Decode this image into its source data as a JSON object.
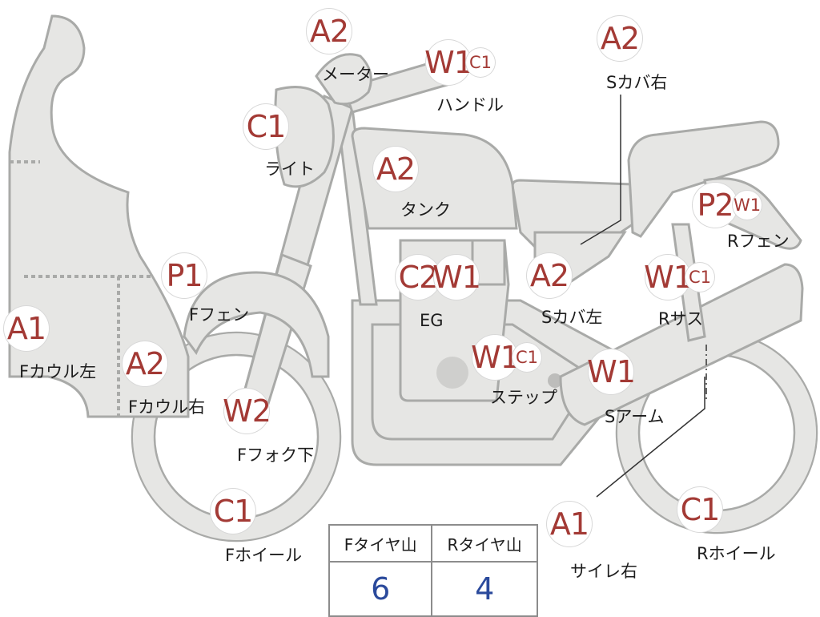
{
  "parts": [
    {
      "id": "meter",
      "label": "メーター",
      "grades": [
        "A2"
      ]
    },
    {
      "id": "handle",
      "label": "ハンドル",
      "grades": [
        "W1",
        "C1"
      ]
    },
    {
      "id": "side-cover-right",
      "label": "Sカバ右",
      "grades": [
        "A2"
      ]
    },
    {
      "id": "light",
      "label": "ライト",
      "grades": [
        "C1"
      ]
    },
    {
      "id": "tank",
      "label": "タンク",
      "grades": [
        "A2"
      ]
    },
    {
      "id": "rear-fender",
      "label": "Rフェン",
      "grades": [
        "P2",
        "W1"
      ]
    },
    {
      "id": "front-fender",
      "label": "Fフェン",
      "grades": [
        "P1"
      ]
    },
    {
      "id": "engine",
      "label": "EG",
      "grades": [
        "C2",
        "W1"
      ]
    },
    {
      "id": "side-cover-left",
      "label": "Sカバ左",
      "grades": [
        "A2"
      ]
    },
    {
      "id": "rear-suspension",
      "label": "Rサス",
      "grades": [
        "W1",
        "C1"
      ]
    },
    {
      "id": "front-cowl-left",
      "label": "Fカウル左",
      "grades": [
        "A1"
      ]
    },
    {
      "id": "front-cowl-right",
      "label": "Fカウル右",
      "grades": [
        "A2"
      ]
    },
    {
      "id": "step",
      "label": "ステップ",
      "grades": [
        "W1",
        "C1"
      ]
    },
    {
      "id": "swing-arm",
      "label": "Sアーム",
      "grades": [
        "W1"
      ]
    },
    {
      "id": "front-fork-lower",
      "label": "Fフォク下",
      "grades": [
        "W2"
      ]
    },
    {
      "id": "front-wheel",
      "label": "Fホイール",
      "grades": [
        "C1"
      ]
    },
    {
      "id": "muffler-right",
      "label": "サイレ右",
      "grades": [
        "A1"
      ]
    },
    {
      "id": "rear-wheel",
      "label": "Rホイール",
      "grades": [
        "C1"
      ]
    }
  ],
  "tire_table": {
    "headers": [
      "Fタイヤ山",
      "Rタイヤ山"
    ],
    "values": [
      "6",
      "4"
    ]
  },
  "colors": {
    "grade": "#a33a35",
    "tire_value": "#2b4a9c",
    "body": "#e6e6e4",
    "outline": "#a9aaa8"
  }
}
